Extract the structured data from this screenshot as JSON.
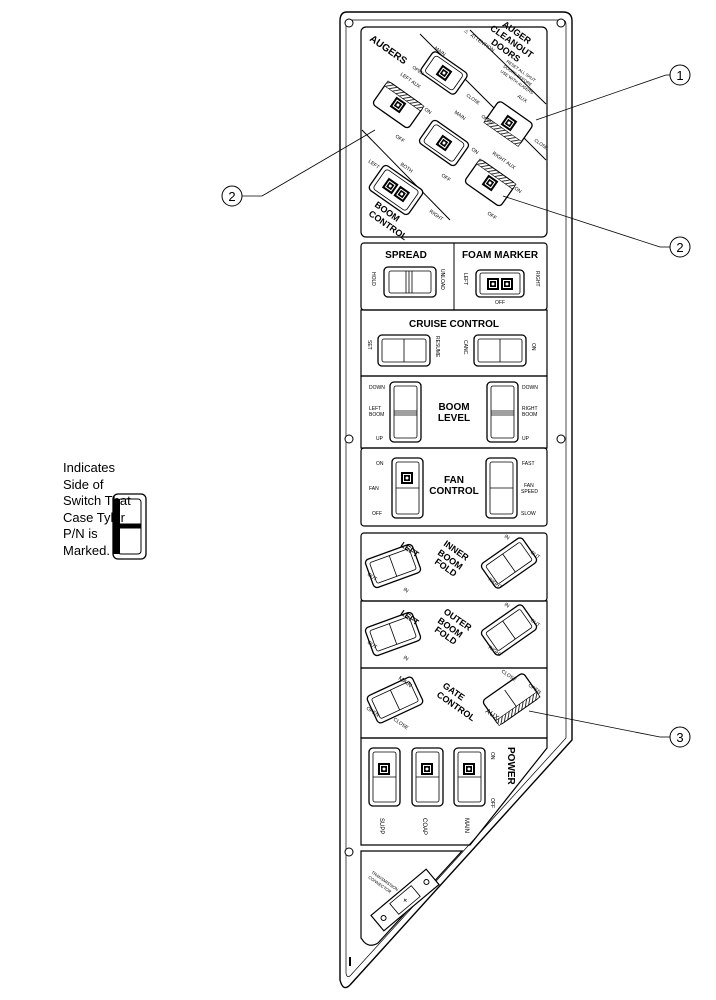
{
  "legend": {
    "lines": [
      "Indicates",
      "Side of",
      "Switch That",
      "Case Tyler",
      "P/N is",
      "Marked."
    ]
  },
  "callouts": {
    "c1": "1",
    "c2a": "2",
    "c2b": "2",
    "c3": "3"
  },
  "augers": {
    "attention": "ATTENTION",
    "cleanout_title": [
      "AUGER",
      "CLEANOUT",
      "DOORS"
    ],
    "warning_text": [
      "RESET ALL SHUT",
      "DOORS BEFORE",
      "USE WITH AUGERS"
    ],
    "augers_title": "AUGERS",
    "left_aux": "LEFT AUX",
    "main": "MAIN",
    "main2": "MAIN",
    "right_aux": "RIGHT AUX",
    "aux": "AUX",
    "on": "ON",
    "off": "OFF",
    "open": "OPEN",
    "close": "CLOSE",
    "boom_control": [
      "BOOM",
      "CONTROL"
    ],
    "left": "LEFT",
    "both": "BOTH",
    "right": "RIGHT"
  },
  "spread": {
    "title": "SPREAD",
    "hold": "HOLD",
    "unload": "UNLOAD",
    "foam_title": "FOAM MARKER",
    "left": "LEFT",
    "right": "RIGHT",
    "off": "OFF"
  },
  "cruise": {
    "title": "CRUISE CONTROL",
    "set": "SET",
    "resume": "RESUME",
    "canc": "CANC.",
    "on": "ON"
  },
  "boom_level": {
    "title": [
      "BOOM",
      "LEVEL"
    ],
    "down_l": "DOWN",
    "left_boom": [
      "LEFT",
      "BOOM"
    ],
    "up_l": "UP",
    "down_r": "DOWN",
    "right_boom": [
      "RIGHT",
      "BOOM"
    ],
    "up_r": "UP"
  },
  "fan": {
    "title": [
      "FAN",
      "CONTROL"
    ],
    "on": "ON",
    "fan": "FAN",
    "off": "OFF",
    "fast": "FAST",
    "speed": [
      "FAN",
      "SPEED"
    ],
    "slow": "SLOW"
  },
  "inner_fold": {
    "title": [
      "INNER",
      "BOOM",
      "FOLD"
    ],
    "left": "LEFT",
    "out_l": "OUT",
    "in_l": "IN",
    "in_r": "IN",
    "out_r": "OUT",
    "right": "RIGHT"
  },
  "outer_fold": {
    "title": [
      "OUTER",
      "BOOM",
      "FOLD"
    ],
    "left": "LEFT",
    "out_l": "OUT",
    "in_l": "IN",
    "in_r": "IN",
    "out_r": "OUT",
    "right": "RIGHT"
  },
  "gate": {
    "title": [
      "GATE",
      "CONTROL"
    ],
    "main": "MAIN",
    "open_l": "OPEN",
    "close_l": "CLOSE",
    "close_r": "CLOSE",
    "open_r": "OPEN",
    "aux": "AUX"
  },
  "power": {
    "title": "POWER",
    "on": "ON",
    "off": "OFF",
    "supp": "SUPP",
    "coap": "COAP",
    "main": "MAIN"
  },
  "connector": {
    "label": [
      "TRANSMISSION",
      "CONNECTOR"
    ],
    "plus": "+"
  }
}
